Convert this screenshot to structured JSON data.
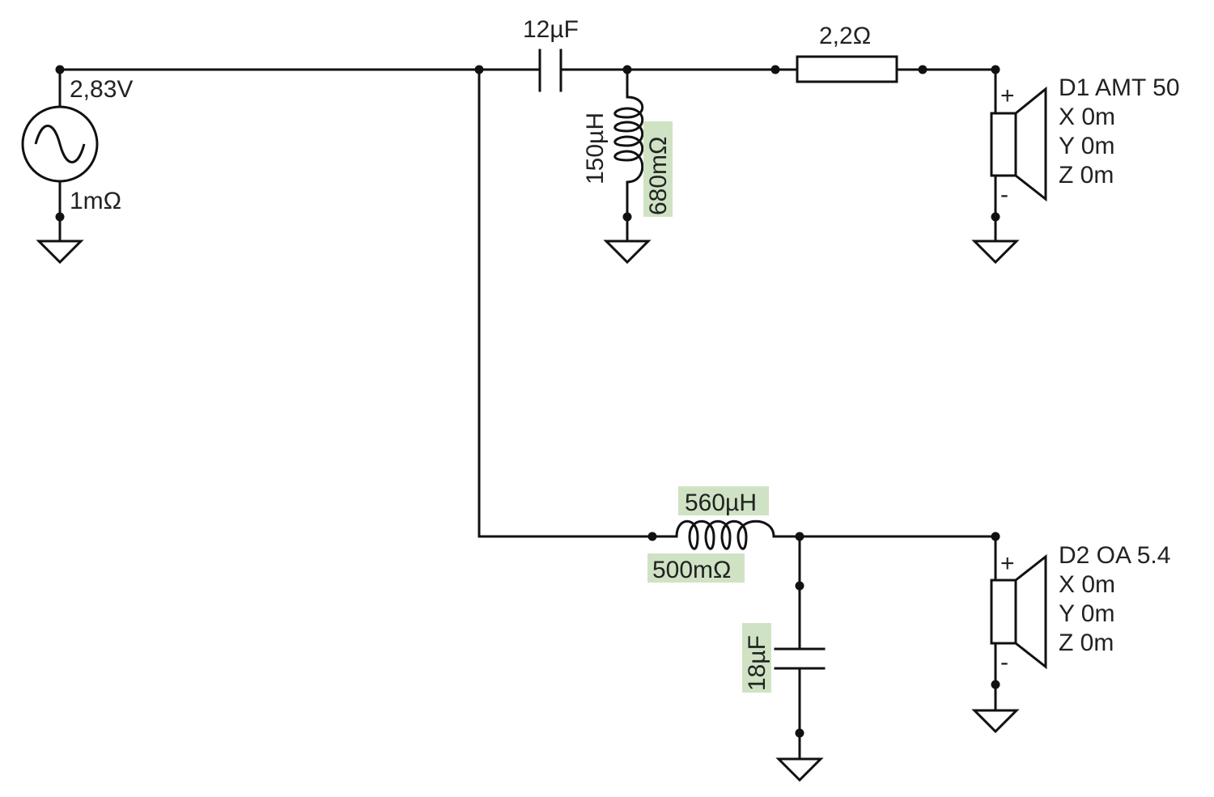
{
  "colors": {
    "wire": "#111111",
    "text": "#222222",
    "highlight": "#cfe3c4",
    "background": "#ffffff"
  },
  "source": {
    "voltage": "2,83V",
    "resistance": "1mΩ",
    "icon": "ac-source-icon"
  },
  "tweeter_branch": {
    "capacitor": "12µF",
    "inductor": "150µH",
    "inductor_resistance": "680mΩ",
    "resistor": "2,2Ω"
  },
  "woofer_branch": {
    "inductor": "560µH",
    "inductor_resistance": "500mΩ",
    "capacitor": "18µF"
  },
  "drivers": [
    {
      "name": "D1 AMT 50",
      "x": "X 0m",
      "y": "Y 0m",
      "z": "Z 0m",
      "plus": "+",
      "minus": "-"
    },
    {
      "name": "D2 OA 5.4",
      "x": "X 0m",
      "y": "Y 0m",
      "z": "Z 0m",
      "plus": "+",
      "minus": "-"
    }
  ]
}
